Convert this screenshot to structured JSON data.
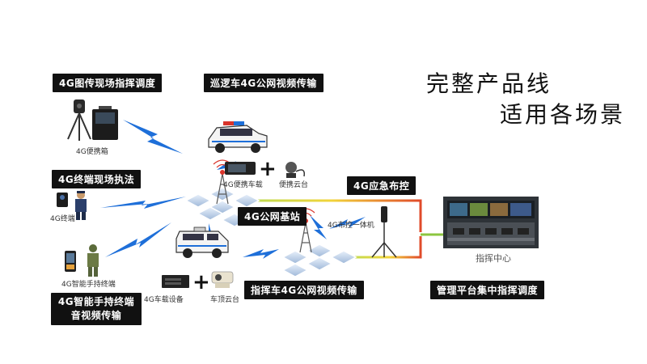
{
  "titles": {
    "line1": "完整产品线",
    "line2": "适用各场景"
  },
  "tags": {
    "dispatch": "4G图传现场指挥调度",
    "patrol": "巡逻车4G公网视频传输",
    "terminal": "4G终端现场执法",
    "emergency": "4G应急布控",
    "basestation": "4G公网基站",
    "handheld": "4G智能手持终端音视频传输",
    "command_vehicle": "指挥车4G公网视频传输",
    "platform": "管理平台集中指挥调度"
  },
  "captions": {
    "portable_box": "4G便携箱",
    "vehicle_portable": "4G便携车载",
    "portable_ptz": "便携云台",
    "terminal": "4G终端",
    "deploy_unit": "4G布控一体机",
    "handheld": "4G智能手持终端",
    "vehicle_device": "4G车载设备",
    "roof_ptz": "车顶云台",
    "command_center": "指挥中心"
  },
  "symbols": {
    "plus": "+"
  },
  "colors": {
    "tag_bg": "#111111",
    "bolt": "#1e6fd9",
    "line_green": "#8cc63f",
    "line_yellow": "#f1c40f",
    "line_red": "#d9342b"
  }
}
